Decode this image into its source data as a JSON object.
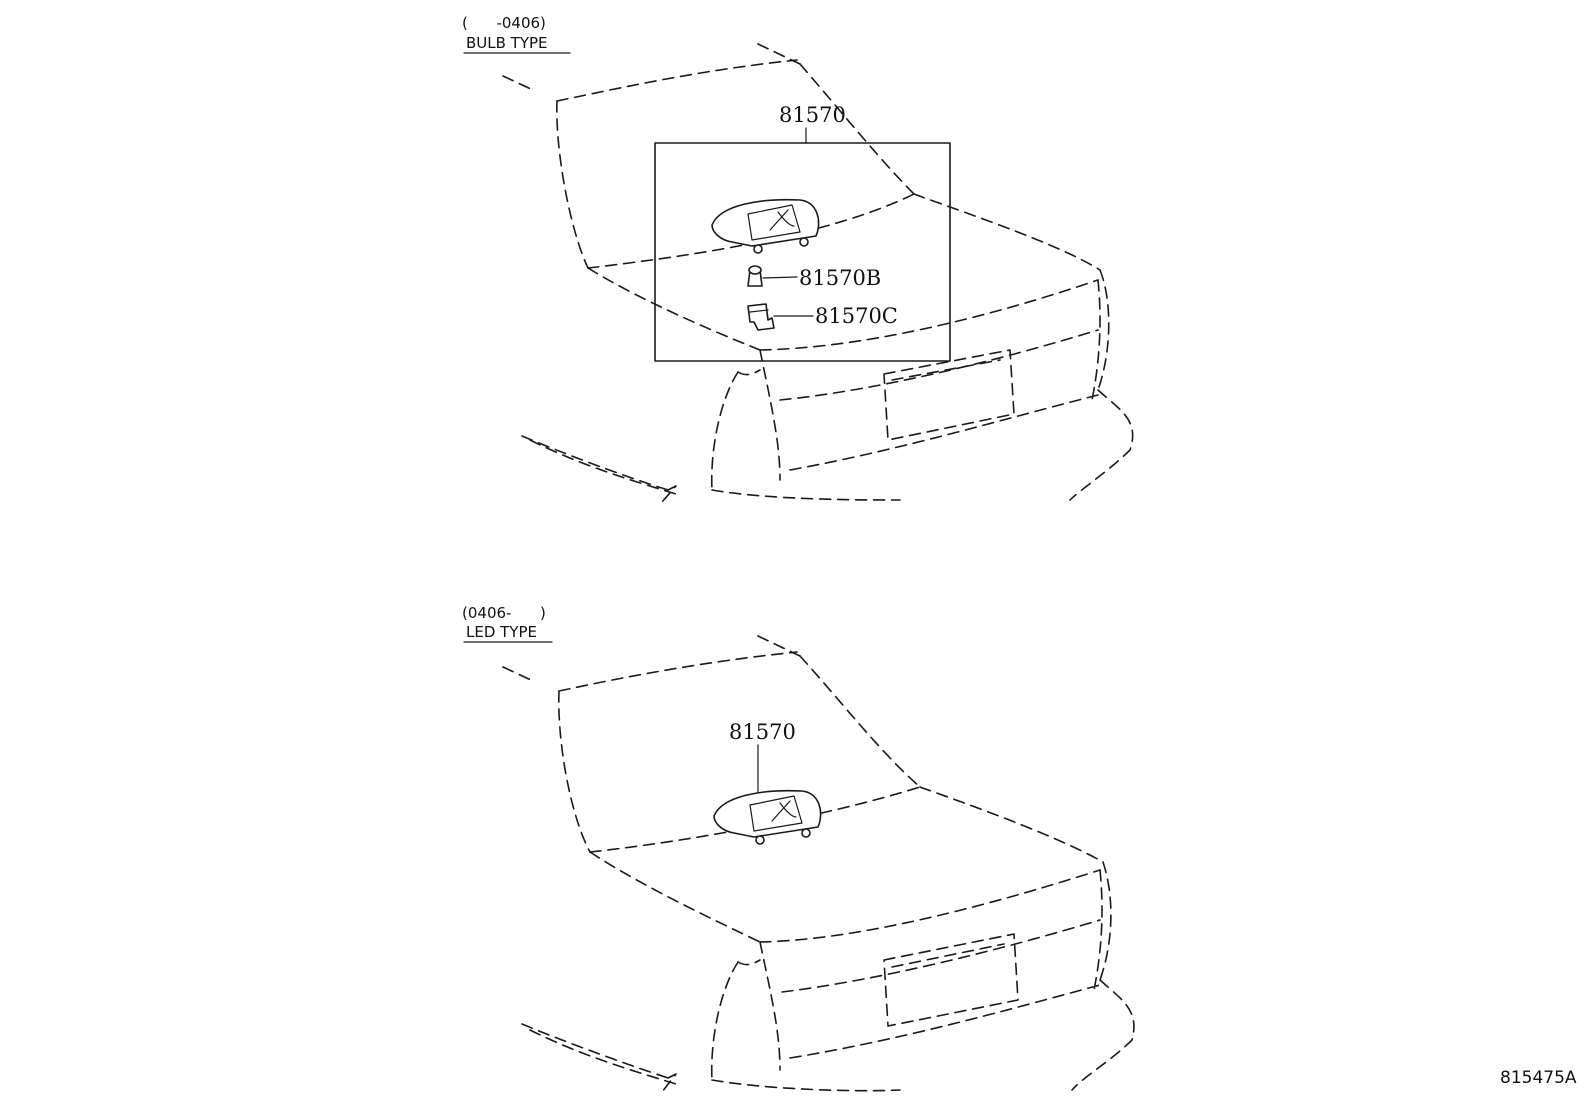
{
  "figure_code": "815475A",
  "views": [
    {
      "range": "(      -0406)",
      "type_label": "BULB TYPE",
      "parts": [
        "81570",
        "81570B",
        "81570C"
      ]
    },
    {
      "range": "(0406-      )",
      "type_label": "LED TYPE",
      "parts": [
        "81570"
      ]
    }
  ]
}
